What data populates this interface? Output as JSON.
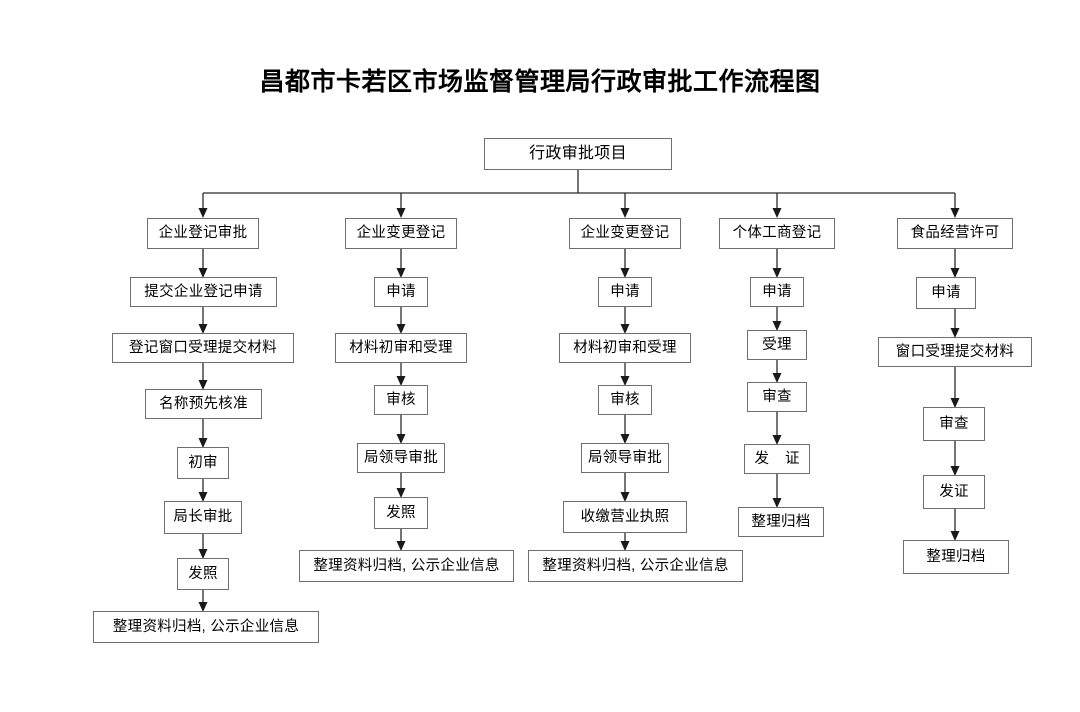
{
  "document": {
    "title": "昌都市卡若区市场监督管理局行政审批工作流程图"
  },
  "chart_data": {
    "type": "diagram",
    "diagram_kind": "flowchart",
    "orientation": "top-down, 5 parallel lanes",
    "title": "昌都市卡若区市场监督管理局行政审批工作流程图",
    "root": {
      "id": "root",
      "label": "行政审批项目"
    },
    "lanes": [
      {
        "lane": 1,
        "header": "企业登记审批",
        "steps": [
          "企业登记审批",
          "提交企业登记申请",
          "登记窗口受理提交材料",
          "名称预先核准",
          "初审",
          "局长审批",
          "发照",
          "整理资料归档, 公示企业信息"
        ]
      },
      {
        "lane": 2,
        "header": "企业变更登记",
        "steps": [
          "企业变更登记",
          "申请",
          "材料初审和受理",
          "审核",
          "局领导审批",
          "发照",
          "整理资料归档, 公示企业信息"
        ]
      },
      {
        "lane": 3,
        "header": "企业变更登记",
        "steps": [
          "企业变更登记",
          "申请",
          "材料初审和受理",
          "审核",
          "局领导审批",
          "收缴营业执照",
          "整理资料归档, 公示企业信息"
        ]
      },
      {
        "lane": 4,
        "header": "个体工商登记",
        "steps": [
          "个体工商登记",
          "申请",
          "受理",
          "审查",
          "发  证",
          "整理归档"
        ]
      },
      {
        "lane": 5,
        "header": "食品经营许可",
        "steps": [
          "食品经营许可",
          "申请",
          "窗口受理提交材料",
          "审查",
          "发证",
          "整理归档"
        ]
      }
    ],
    "colors": {
      "box_border": "#6f6f6f",
      "box_fill": "#ffffff",
      "connector": "#2b2b2b",
      "text": "#000000",
      "background": "#ffffff"
    }
  },
  "nodes": {
    "root": "行政审批项目",
    "c1_n0": "企业登记审批",
    "c1_n1": "提交企业登记申请",
    "c1_n2": "登记窗口受理提交材料",
    "c1_n3": "名称预先核准",
    "c1_n4": "初审",
    "c1_n5": "局长审批",
    "c1_n6": "发照",
    "c1_n7": "整理资料归档, 公示企业信息",
    "c2_n0": "企业变更登记",
    "c2_n1": "申请",
    "c2_n2": "材料初审和受理",
    "c2_n3": "审核",
    "c2_n4": "局领导审批",
    "c2_n5": "发照",
    "c2_n6": "整理资料归档, 公示企业信息",
    "c3_n0": "企业变更登记",
    "c3_n1": "申请",
    "c3_n2": "材料初审和受理",
    "c3_n3": "审核",
    "c3_n4": "局领导审批",
    "c3_n5": "收缴营业执照",
    "c3_n6": "整理资料归档, 公示企业信息",
    "c4_n0": "个体工商登记",
    "c4_n1": "申请",
    "c4_n2": "受理",
    "c4_n3": "审查",
    "c4_n4": "发  证",
    "c4_n5": "整理归档",
    "c5_n0": "食品经营许可",
    "c5_n1": "申请",
    "c5_n2": "窗口受理提交材料",
    "c5_n3": "审查",
    "c5_n4": "发证",
    "c5_n5": "整理归档"
  }
}
